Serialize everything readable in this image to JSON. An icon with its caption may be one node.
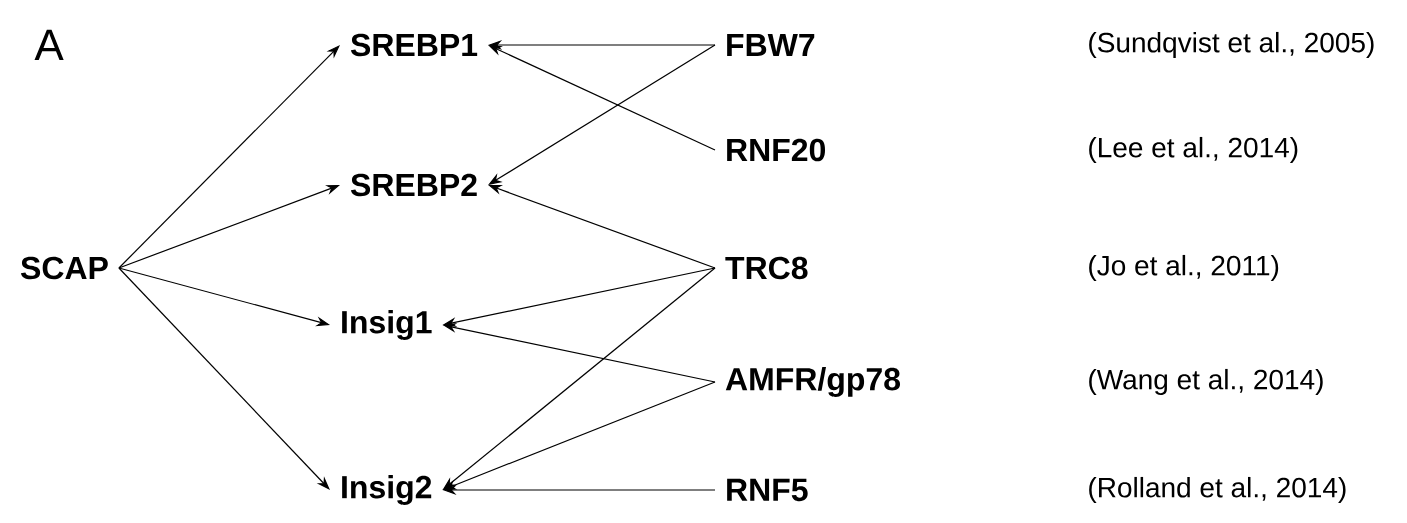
{
  "diagram": {
    "nodes": [
      {
        "text": [
          "SCAP"
        ]
      },
      {
        "text": [
          "SREBP1"
        ]
      },
      {
        "text": [
          "SREBP2"
        ]
      },
      {
        "text": [
          "Insig1"
        ]
      },
      {
        "text": [
          "Insig2"
        ]
      },
      {
        "text": [
          "FBW7"
        ]
      },
      {
        "text": [
          "RNF20"
        ]
      },
      {
        "text": [
          "TRC8"
        ]
      },
      {
        "text": [
          "AMFR/gp78"
        ]
      },
      {
        "text": [
          "RNF5"
        ]
      }
    ],
    "edges": [
      {
        "from": 0,
        "to": 1,
        "arrow": "to"
      },
      {
        "from": 0,
        "to": 2,
        "arrow": "to"
      },
      {
        "from": 0,
        "to": 3,
        "arrow": "to"
      },
      {
        "from": 0,
        "to": 4,
        "arrow": "to"
      },
      {
        "from": 5,
        "to": 1,
        "arrow": "to"
      },
      {
        "from": 5,
        "to": 2,
        "arrow": "to"
      },
      {
        "from": 6,
        "to": 1,
        "arrow": "to"
      },
      {
        "from": 7,
        "to": 2,
        "arrow": "to"
      },
      {
        "from": 7,
        "to": 3,
        "arrow": "to"
      },
      {
        "from": 7,
        "to": 4,
        "arrow": "to"
      },
      {
        "from": 8,
        "to": 3,
        "arrow": "to"
      },
      {
        "from": 8,
        "to": 4,
        "arrow": "to"
      },
      {
        "from": 9,
        "to": 4,
        "arrow": "to"
      }
    ],
    "labels": [
      "A",
      "(Sundqvist et al., 2005)",
      "(Lee et al., 2014)",
      "(Jo et al., 2011)",
      "(Wang et al., 2014)",
      "(Rolland et al., 2014)"
    ]
  }
}
